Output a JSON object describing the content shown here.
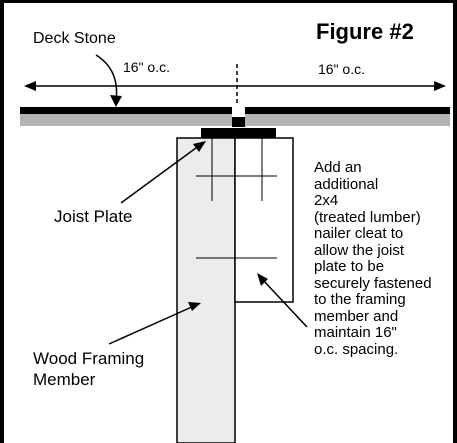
{
  "figure_title": "Figure #2",
  "labels": {
    "deck_stone": "Deck Stone",
    "spacing_left": "16\" o.c.",
    "spacing_right": "16\" o.c.",
    "joist_plate": "Joist Plate",
    "wood_framing_member_line1": "Wood Framing",
    "wood_framing_member_line2": "Member"
  },
  "note_lines": [
    "Add an",
    "additional",
    "2x4",
    "(treated lumber)",
    "nailer cleat to",
    "allow the joist",
    "plate to be",
    "securely fastened",
    "to the framing",
    "member and",
    "maintain 16\"",
    "o.c. spacing."
  ],
  "colors": {
    "line": "#000000",
    "stone_gray": "#b3b3b3",
    "wood_fill": "#ececec",
    "background": "#ffffff"
  }
}
